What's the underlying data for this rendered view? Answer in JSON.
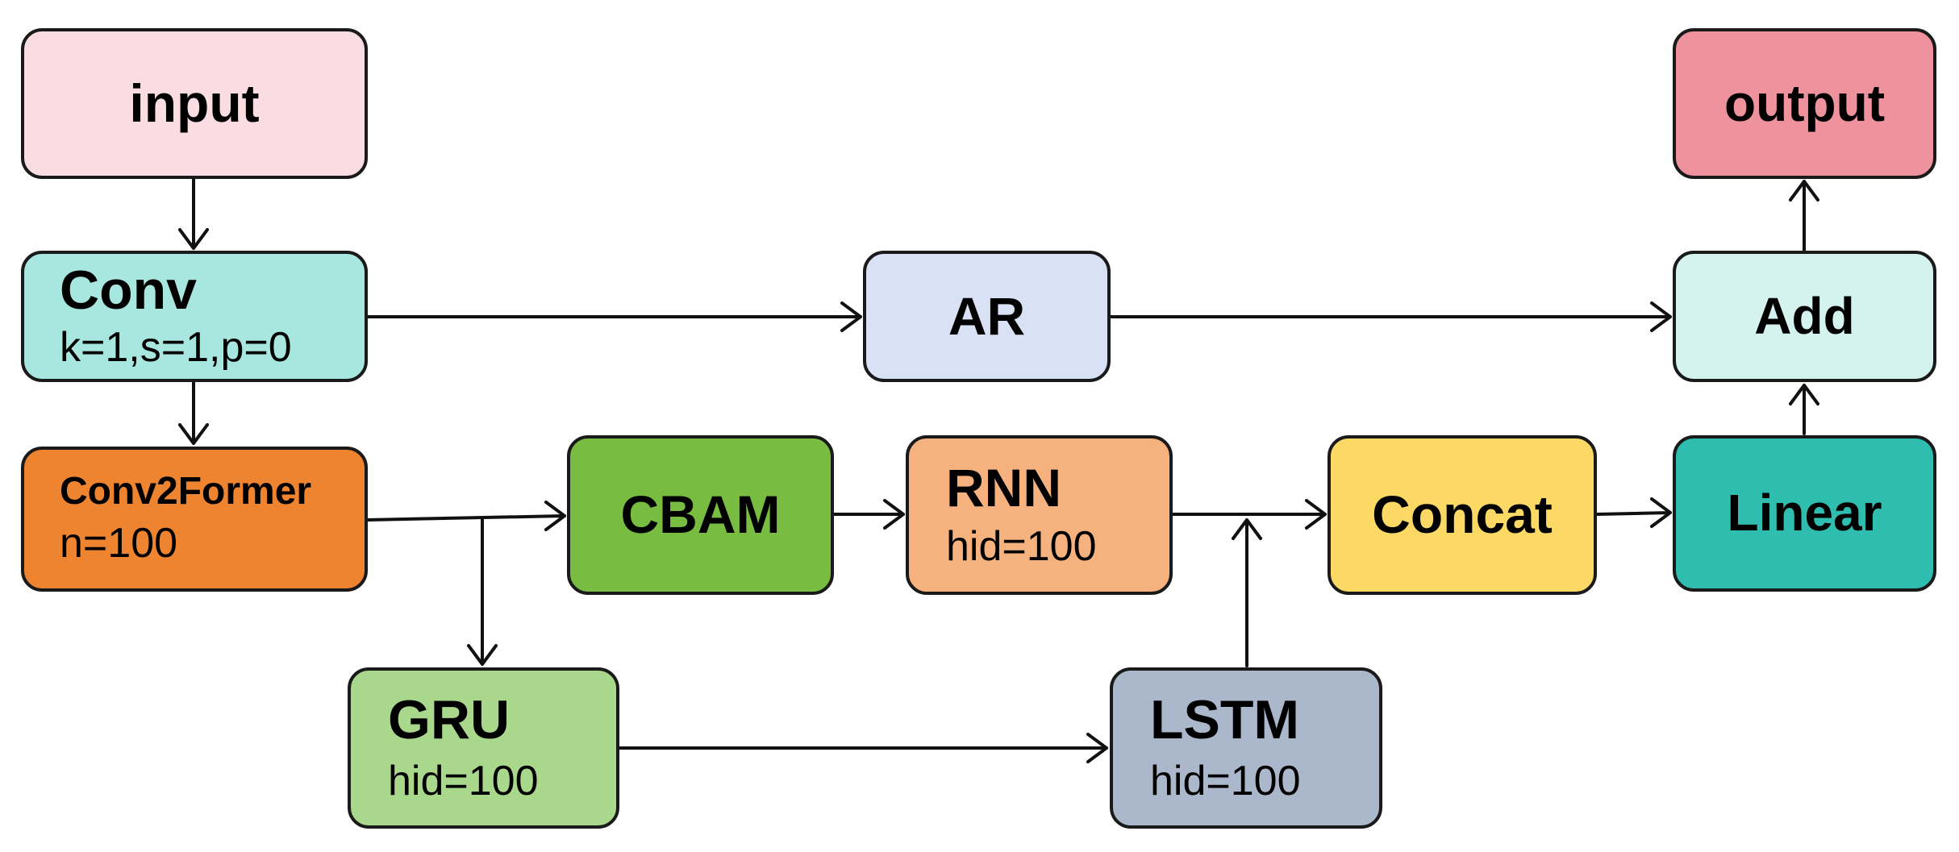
{
  "colors": {
    "input": "#FADCE3",
    "output": "#EE929D",
    "conv": "#A8E6E0",
    "ar": "#D9E2F5",
    "add": "#D4F3EF",
    "conv2former": "#EE8430",
    "cbam": "#78BD42",
    "rnn": "#F5B27E",
    "concat": "#FCD864",
    "linear": "#2FBDB0",
    "gru": "#A9D88C",
    "lstm": "#ABB7CA",
    "edge": "#111111"
  },
  "nodes": {
    "input": {
      "title": "input"
    },
    "output": {
      "title": "output"
    },
    "conv": {
      "title": "Conv",
      "sub": "k=1,s=1,p=0"
    },
    "ar": {
      "title": "AR"
    },
    "add": {
      "title": "Add"
    },
    "conv2former": {
      "title": "Conv2Former",
      "sub": "n=100"
    },
    "cbam": {
      "title": "CBAM"
    },
    "rnn": {
      "title": "RNN",
      "sub": "hid=100"
    },
    "concat": {
      "title": "Concat"
    },
    "linear": {
      "title": "Linear"
    },
    "gru": {
      "title": "GRU",
      "sub": "hid=100"
    },
    "lstm": {
      "title": "LSTM",
      "sub": "hid=100"
    }
  },
  "edges": [
    {
      "from": "input",
      "to": "conv"
    },
    {
      "from": "conv",
      "to": "conv2former"
    },
    {
      "from": "conv",
      "to": "ar"
    },
    {
      "from": "ar",
      "to": "add"
    },
    {
      "from": "linear",
      "to": "add"
    },
    {
      "from": "add",
      "to": "output"
    },
    {
      "from": "conv2former",
      "to": "cbam"
    },
    {
      "from": "conv2former",
      "to": "gru"
    },
    {
      "from": "cbam",
      "to": "rnn"
    },
    {
      "from": "rnn",
      "to": "concat"
    },
    {
      "from": "gru",
      "to": "lstm"
    },
    {
      "from": "lstm",
      "to": "concat"
    },
    {
      "from": "concat",
      "to": "linear"
    }
  ]
}
